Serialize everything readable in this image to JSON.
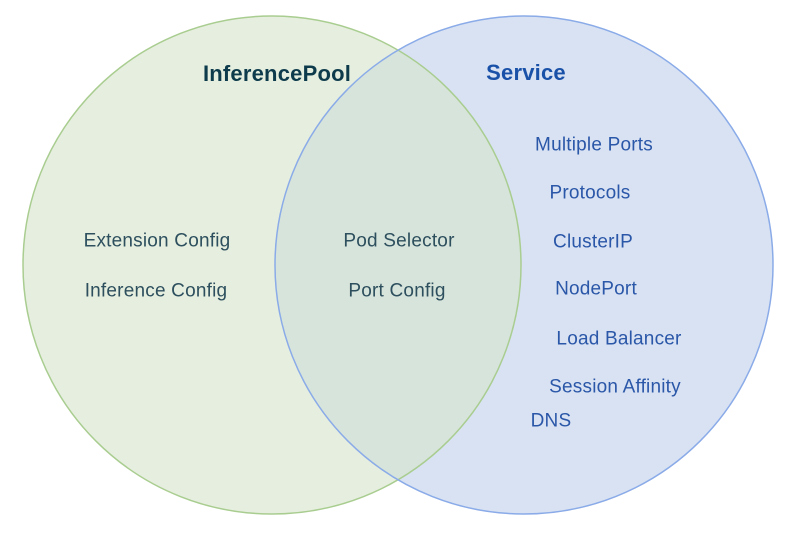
{
  "diagram": {
    "type": "venn",
    "left": {
      "title": "InferencePool",
      "items": [
        "Extension Config",
        "Inference Config"
      ]
    },
    "intersection": {
      "items": [
        "Pod Selector",
        "Port Config"
      ]
    },
    "right": {
      "title": "Service",
      "items": [
        "Multiple Ports",
        "Protocols",
        "ClusterIP",
        "NodePort",
        "Load Balancer",
        "Session Affinity",
        "DNS"
      ]
    }
  },
  "colors": {
    "background": "#ffffff",
    "left_fill": "#e6efdf",
    "left_stroke": "#a9cd90",
    "right_fill": "#d8e2f3",
    "right_stroke": "#8aabe8",
    "overlap_fill": "#d7e4db",
    "left_title_text": "#0e3b4c",
    "left_item_text": "#2d4f5e",
    "right_title_text": "#1a51a8",
    "right_item_text": "#2b57a8"
  }
}
